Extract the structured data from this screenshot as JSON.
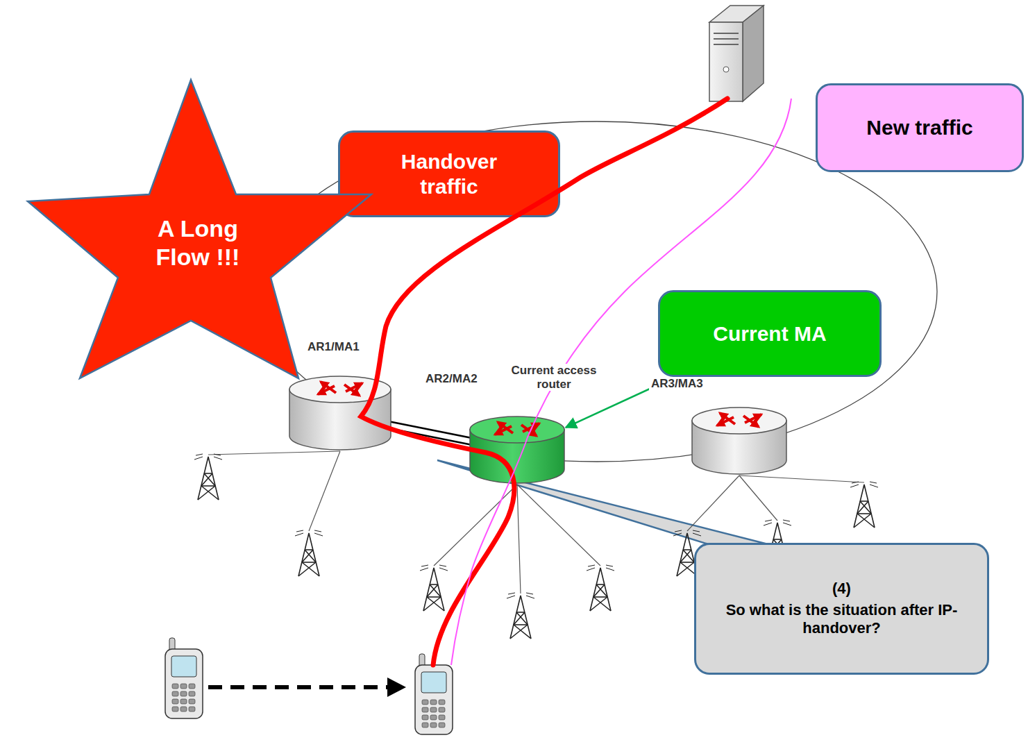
{
  "diagram": {
    "nodes": [
      {
        "text": [
          "Handover traffic"
        ]
      },
      {
        "text": [
          "New traffic"
        ]
      },
      {
        "text": [
          "A Long Flow !!!"
        ]
      },
      {
        "text": [
          "Current MA"
        ]
      },
      {
        "text": [
          "AR1/MA1"
        ]
      },
      {
        "text": [
          "AR2/MA2",
          "Current access router"
        ]
      },
      {
        "text": [
          "AR3/MA3"
        ]
      },
      {
        "text": [
          "(4)",
          "So what is the situation after IP-handover?"
        ]
      }
    ],
    "edges": [
      {
        "from": 3,
        "to": 5,
        "arrow": "to"
      }
    ]
  }
}
